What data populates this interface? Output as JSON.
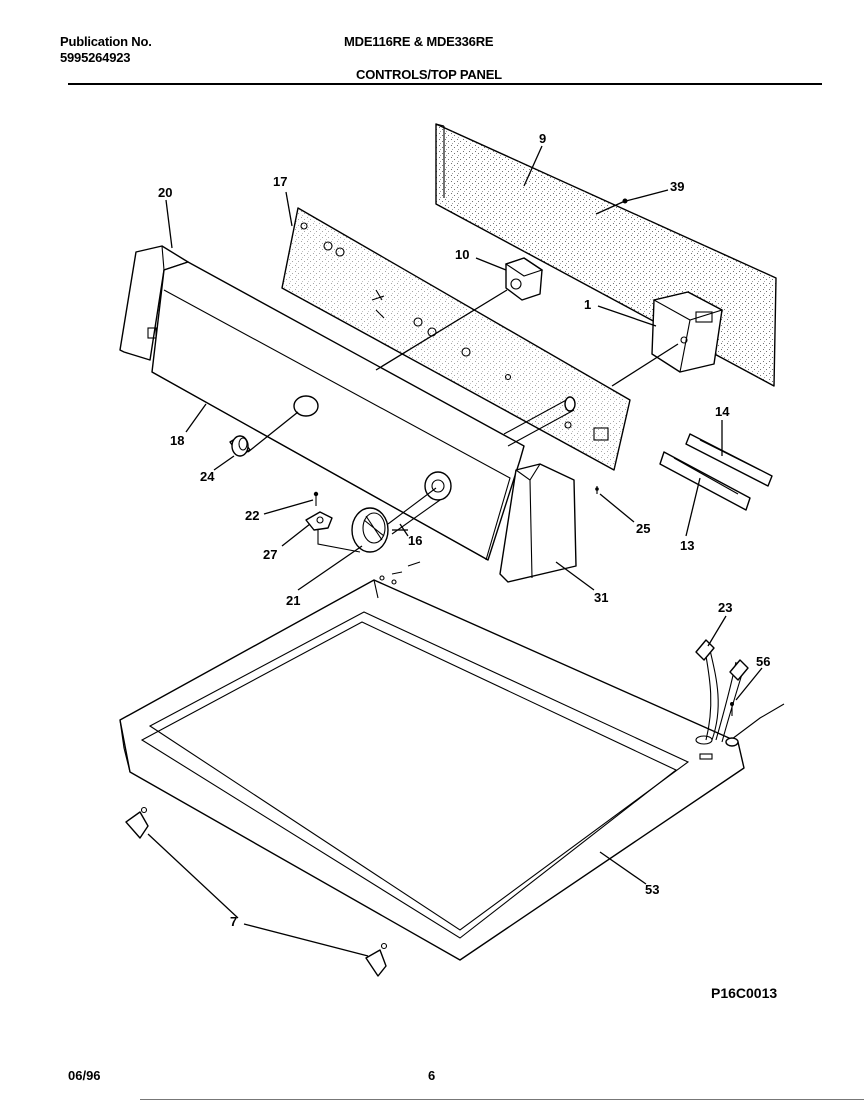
{
  "header": {
    "publication_label": "Publication No.",
    "publication_number": "5995264923",
    "model": "MDE116RE & MDE336RE",
    "section_title": "CONTROLS/TOP PANEL"
  },
  "figure_code": "P16C0013",
  "footer": {
    "date": "06/96",
    "page_number": "6"
  },
  "callouts": {
    "c9": "9",
    "c39": "39",
    "c17": "17",
    "c20": "20",
    "c10": "10",
    "c1": "1",
    "c14": "14",
    "c18": "18",
    "c24": "24",
    "c13": "13",
    "c25": "25",
    "c22": "22",
    "c27": "27",
    "c16": "16",
    "c21": "21",
    "c31": "31",
    "c23": "23",
    "c56": "56",
    "c53": "53",
    "c7": "7"
  }
}
